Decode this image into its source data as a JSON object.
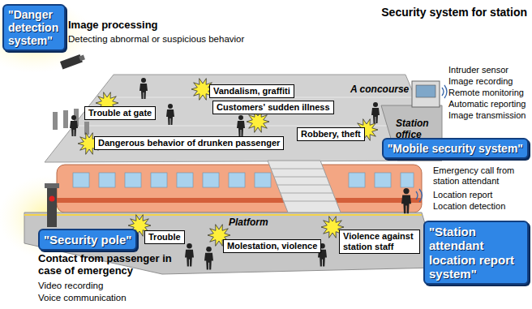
{
  "diagram": {
    "title": "Security system for station",
    "nodes": [
      {
        "text": [
          "\"Danger detection system\""
        ]
      },
      {
        "text": [
          "Vandalism, graffiti"
        ]
      },
      {
        "text": [
          "Trouble at gate"
        ]
      },
      {
        "text": [
          "Customers' sudden illness"
        ]
      },
      {
        "text": [
          "Robbery, theft"
        ]
      },
      {
        "text": [
          "Dangerous behavior of drunken passenger"
        ]
      },
      {
        "text": [
          "\"Mobile security system\""
        ]
      },
      {
        "text": [
          "\"Security pole\""
        ]
      },
      {
        "text": [
          "Trouble"
        ]
      },
      {
        "text": [
          "Molestation, violence"
        ]
      },
      {
        "text": [
          "Violence against station staff"
        ]
      },
      {
        "text": [
          "\"Station attendant location report system\""
        ]
      }
    ],
    "labels": [
      "Image processing",
      "Detecting abnormal or suspicious behavior",
      "A concourse",
      "Station office",
      "Intruder sensor",
      "Image recording",
      "Remote monitoring",
      "Automatic reporting",
      "Image transmission",
      "Emergency call from station attendant",
      "Location report",
      "Location detection",
      "Platform",
      "Contact from passenger in case of emergency",
      "Video recording",
      "Voice communication"
    ]
  }
}
